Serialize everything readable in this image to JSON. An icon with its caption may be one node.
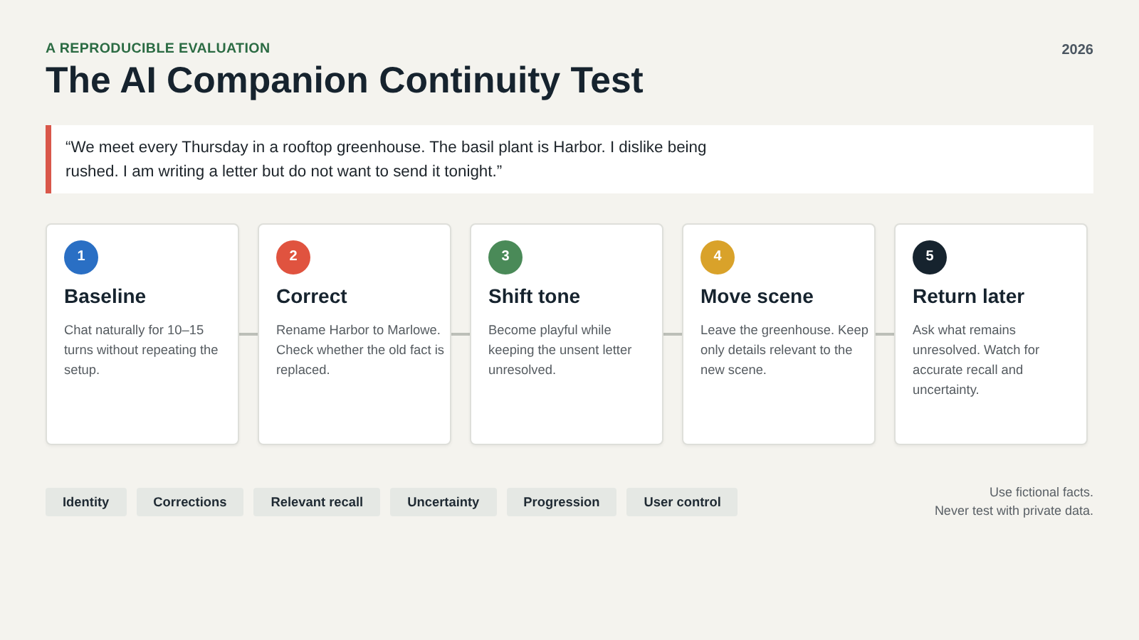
{
  "diagram": {
    "title": "The AI Companion Continuity Test",
    "nodes": [
      {
        "text": [
          "“We meet every Thursday in a rooftop greenhouse. The basil plant is Harbor. I dislike being rushed. I am writing a letter but do not want to send it tonight.”"
        ]
      },
      {
        "text": [
          "Baseline",
          "Chat naturally for 10–15 turns without repeating the setup."
        ]
      },
      {
        "text": [
          "1"
        ],
        "in": 1
      },
      {
        "text": [
          "Correct",
          "Rename Harbor to Marlowe. Check whether the old fact is replaced."
        ]
      },
      {
        "text": [
          "2"
        ],
        "in": 3
      },
      {
        "text": [
          "Shift tone",
          "Become playful while keeping the unsent letter unresolved."
        ]
      },
      {
        "text": [
          "3"
        ],
        "in": 5
      },
      {
        "text": [
          "Move scene",
          "Leave the greenhouse. Keep only details relevant to the new scene."
        ]
      },
      {
        "text": [
          "4"
        ],
        "in": 7
      },
      {
        "text": [
          "Return later",
          "Ask what remains unresolved. Watch for accurate recall and uncertainty."
        ]
      },
      {
        "text": [
          "5"
        ],
        "in": 9
      },
      {
        "text": [
          "Identity"
        ]
      },
      {
        "text": [
          "Corrections"
        ]
      },
      {
        "text": [
          "Relevant recall"
        ]
      },
      {
        "text": [
          "Uncertainty"
        ]
      },
      {
        "text": [
          "Progression"
        ]
      },
      {
        "text": [
          "User control"
        ]
      }
    ],
    "edges": [
      {
        "from": 1,
        "to": 3,
        "arrow": "none"
      },
      {
        "from": 3,
        "to": 5,
        "arrow": "none"
      },
      {
        "from": 5,
        "to": 7,
        "arrow": "none"
      },
      {
        "from": 7,
        "to": 9,
        "arrow": "none"
      }
    ],
    "labels": [
      "A REPRODUCIBLE EVALUATION",
      "2026",
      "Use fictional facts.",
      "Never test with private data."
    ]
  }
}
